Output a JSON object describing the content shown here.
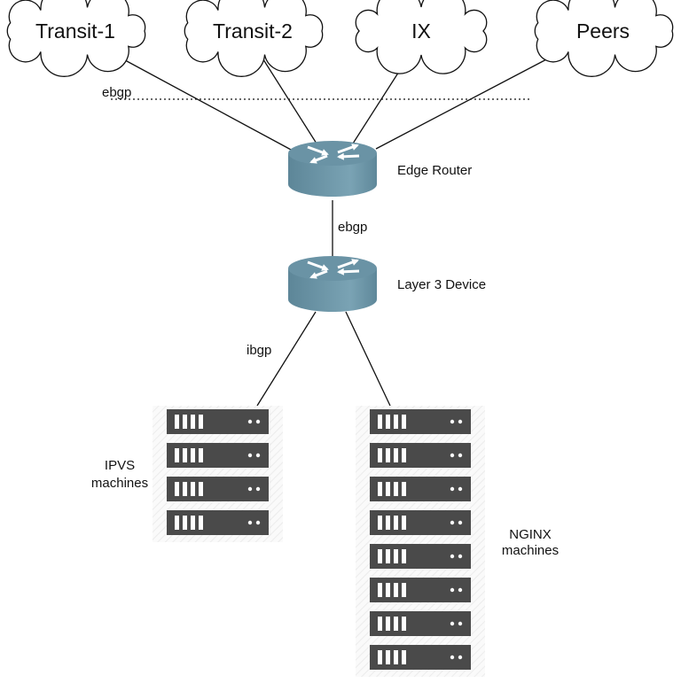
{
  "clouds": [
    {
      "label": "Transit-1"
    },
    {
      "label": "Transit-2"
    },
    {
      "label": "IX"
    },
    {
      "label": "Peers"
    }
  ],
  "labels": {
    "ebgp_top": "ebgp",
    "edge_router": "Edge Router",
    "ebgp_mid": "ebgp",
    "layer3": "Layer 3 Device",
    "ibgp": "ibgp",
    "ipvs_line1": "IPVS",
    "ipvs_line2": "machines",
    "nginx_line1": "NGINX",
    "nginx_line2": "machines"
  },
  "racks": {
    "ipvs_count": 4,
    "nginx_count": 8
  },
  "colors": {
    "router": "#6a93a5",
    "server": "#4a4a4a"
  }
}
